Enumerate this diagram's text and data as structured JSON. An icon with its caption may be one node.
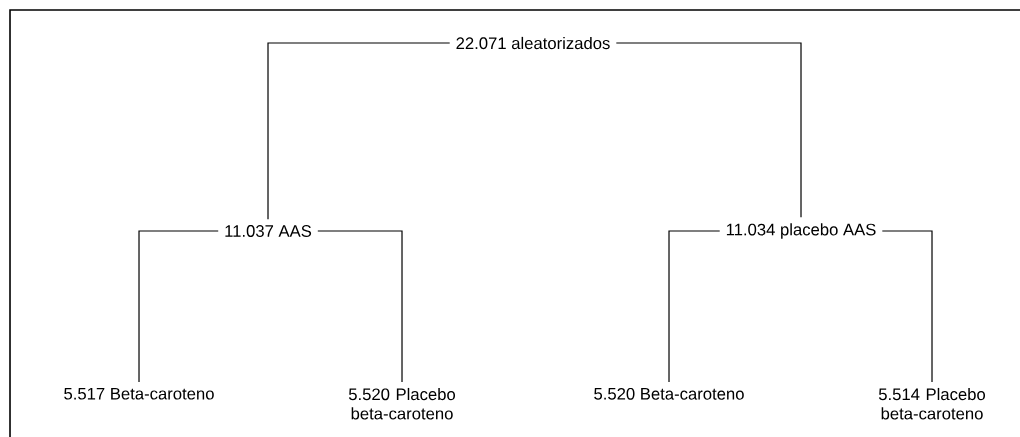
{
  "diagram": {
    "nodes": [
      {
        "text": [
          "22.071 aleatorizados"
        ]
      },
      {
        "text": [
          "11.037 AAS"
        ]
      },
      {
        "text": [
          "11.034 placebo AAS"
        ]
      },
      {
        "text": [
          "5.517 Beta-caroteno"
        ]
      },
      {
        "text": [
          "5.520 Placebo beta-caroteno"
        ]
      },
      {
        "text": [
          "5.520 Beta-caroteno"
        ]
      },
      {
        "text": [
          "5.514 Placebo beta-caroteno"
        ]
      }
    ],
    "edges": [
      {
        "from": 0,
        "to": 1,
        "arrow": "none"
      },
      {
        "from": 0,
        "to": 2,
        "arrow": "none"
      },
      {
        "from": 1,
        "to": 3,
        "arrow": "none"
      },
      {
        "from": 1,
        "to": 4,
        "arrow": "none"
      },
      {
        "from": 2,
        "to": 5,
        "arrow": "none"
      },
      {
        "from": 2,
        "to": 6,
        "arrow": "none"
      }
    ]
  }
}
